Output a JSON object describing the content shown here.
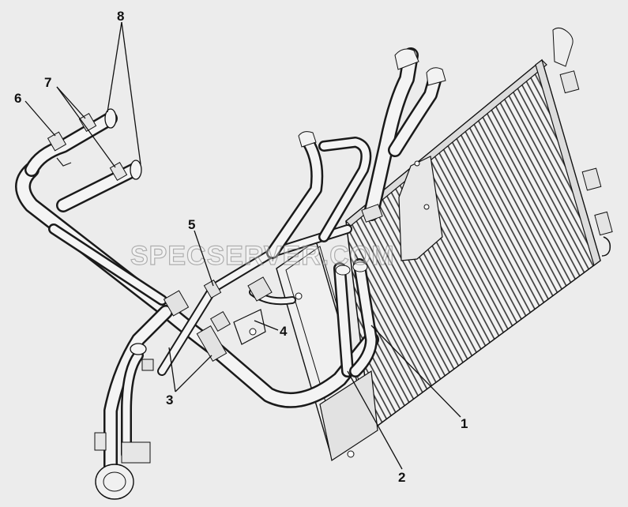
{
  "watermark": "SPECSERVER.COM",
  "callouts": {
    "c1": "1",
    "c2": "2",
    "c3": "3",
    "c4": "4",
    "c5": "5",
    "c6": "6",
    "c7": "7",
    "c8": "8"
  }
}
